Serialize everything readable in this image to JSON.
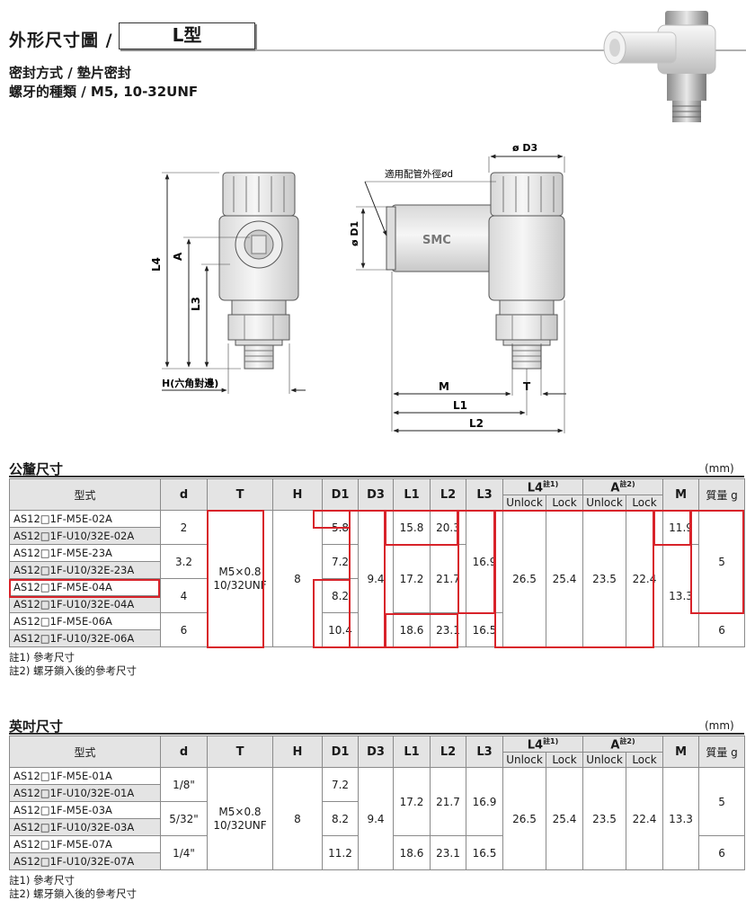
{
  "header": {
    "title_prefix": "外形尺寸圖 /",
    "title_type": "L型",
    "spec_line1": "密封方式 / 墊片密封",
    "spec_line2": "螺牙的種類 / M5, 10-32UNF"
  },
  "drawing": {
    "labels": {
      "L4": "L4",
      "A": "A",
      "L3": "L3",
      "H": "H(六角對邊)",
      "D1": "ø D1",
      "D3": "ø D3",
      "d": "適用配管外徑ød",
      "M": "M",
      "T": "T",
      "L1": "L1",
      "L2": "L2",
      "brand": "SMC"
    }
  },
  "metric": {
    "title": "公釐尺寸",
    "unit": "(mm)",
    "headers": {
      "model": "型式",
      "d": "d",
      "T": "T",
      "H": "H",
      "D1": "D1",
      "D3": "D3",
      "L1": "L1",
      "L2": "L2",
      "L3": "L3",
      "L4": "L4",
      "L4_note": "註1)",
      "A": "A",
      "A_note": "註2)",
      "M": "M",
      "mass": "質量 g",
      "unlock": "Unlock",
      "lock": "Lock"
    },
    "models": [
      "AS12□1F-M5E-02A",
      "AS12□1F-U10/32E-02A",
      "AS12□1F-M5E-23A",
      "AS12□1F-U10/32E-23A",
      "AS12□1F-M5E-04A",
      "AS12□1F-U10/32E-04A",
      "AS12□1F-M5E-06A",
      "AS12□1F-U10/32E-06A"
    ],
    "d": [
      "2",
      "3.2",
      "4",
      "6"
    ],
    "T": "M5×0.8\n10/32UNF",
    "H": "8",
    "D1": [
      "5.8",
      "7.2",
      "8.2",
      "10.4"
    ],
    "D3": "9.4",
    "L1": [
      "15.8",
      "17.2",
      "18.6"
    ],
    "L2": [
      "20.3",
      "21.7",
      "23.1"
    ],
    "L3": [
      "16.9",
      "16.5"
    ],
    "L4_unlock": "26.5",
    "L4_lock": "25.4",
    "A_unlock": "23.5",
    "A_lock": "22.4",
    "M": [
      "11.9",
      "13.3"
    ],
    "mass": [
      "5",
      "6"
    ],
    "notes": [
      "註1) 參考尺寸",
      "註2) 螺牙鎖入後的參考尺寸"
    ]
  },
  "inch": {
    "title": "英吋尺寸",
    "unit": "(mm)",
    "models": [
      "AS12□1F-M5E-01A",
      "AS12□1F-U10/32E-01A",
      "AS12□1F-M5E-03A",
      "AS12□1F-U10/32E-03A",
      "AS12□1F-M5E-07A",
      "AS12□1F-U10/32E-07A"
    ],
    "d": [
      "1/8\"",
      "5/32\"",
      "1/4\""
    ],
    "T": "M5×0.8\n10/32UNF",
    "H": "8",
    "D1": [
      "7.2",
      "8.2",
      "11.2"
    ],
    "D3": "9.4",
    "L1": [
      "17.2",
      "18.6"
    ],
    "L2": [
      "21.7",
      "23.1"
    ],
    "L3": [
      "16.9",
      "16.5"
    ],
    "L4_unlock": "26.5",
    "L4_lock": "25.4",
    "A_unlock": "23.5",
    "A_lock": "22.4",
    "M": "13.3",
    "mass": [
      "5",
      "6"
    ],
    "notes": [
      "註1) 參考尺寸",
      "註2) 螺牙鎖入後的參考尺寸"
    ]
  }
}
